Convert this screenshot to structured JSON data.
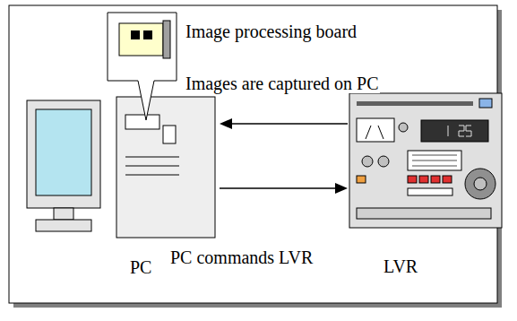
{
  "diagram": {
    "nodes": [
      {
        "text": [
          "PC"
        ]
      },
      {
        "text": [
          "LVR"
        ]
      }
    ],
    "edges": [
      {
        "from": 1,
        "to": 0,
        "arrow": "to",
        "label": "Images are captured on PC"
      },
      {
        "from": 0,
        "to": 1,
        "arrow": "to",
        "label": "PC commands LVR"
      }
    ],
    "labels": [
      "Image processing board"
    ]
  }
}
